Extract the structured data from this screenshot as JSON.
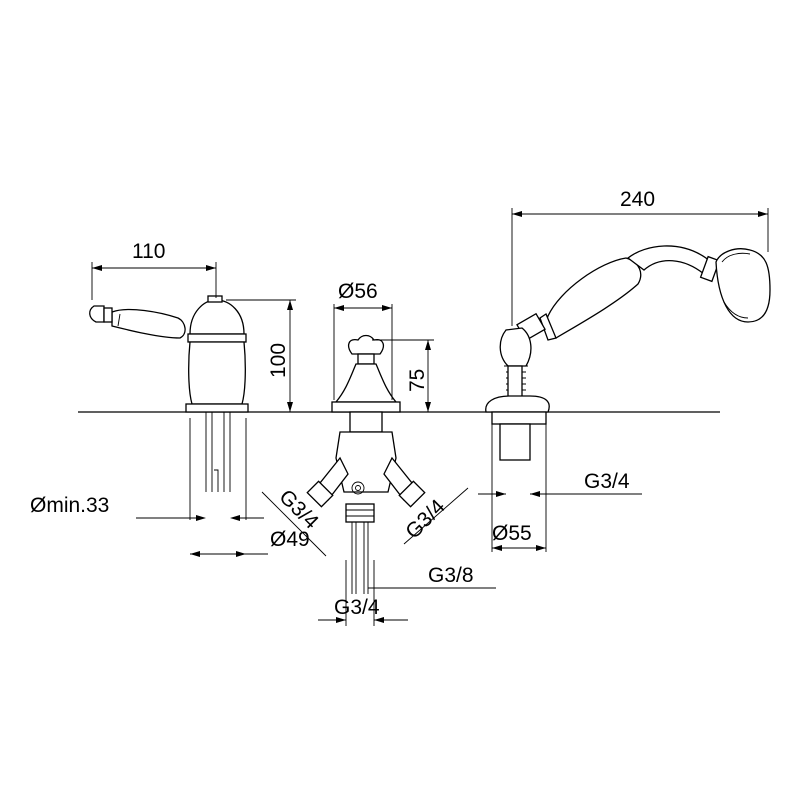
{
  "colors": {
    "line": "#000000",
    "background": "#ffffff"
  },
  "dimensions": {
    "mixer_reach": "110",
    "mixer_height": "100",
    "spout_diameter": "Ø56",
    "spout_height": "75",
    "shower_reach": "240",
    "hole_min": "Ømin.33",
    "mixer_base": "Ø49",
    "diverter_left_thread": "G3/4",
    "diverter_right_thread": "G3/4",
    "outlet_thread": "G3/8",
    "inlet_thread": "G3/4",
    "shower_thread": "G3/4",
    "shower_base": "Ø55"
  }
}
